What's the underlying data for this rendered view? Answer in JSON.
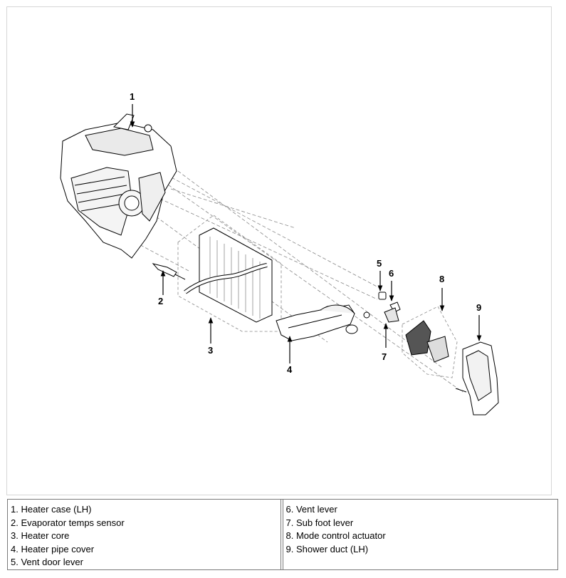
{
  "callouts": [
    {
      "number": "1"
    },
    {
      "number": "2"
    },
    {
      "number": "3"
    },
    {
      "number": "4"
    },
    {
      "number": "5"
    },
    {
      "number": "6"
    },
    {
      "number": "7"
    },
    {
      "number": "8"
    },
    {
      "number": "9"
    }
  ],
  "legend": {
    "left": [
      "1. Heater case (LH)",
      "2. Evaporator temps sensor",
      "3. Heater core",
      "4. Heater pipe cover",
      "5. Vent door lever"
    ],
    "right": [
      "6. Vent lever",
      "7. Sub foot lever",
      "8. Mode control actuator",
      "9. Shower duct (LH)"
    ]
  },
  "colors": {
    "line": "#000000",
    "leader": "#777777",
    "border": "#7a7a7a"
  }
}
